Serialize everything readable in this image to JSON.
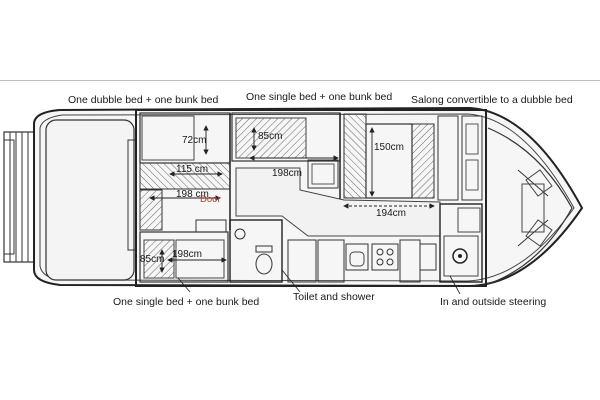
{
  "labels": {
    "aft_cabin": "One dubble bed + one bunk bed",
    "mid_cabin": "One single bed + one bunk bed",
    "salon": "Salong convertible to a dubble bed",
    "lower_cabin": "One single bed + one bunk bed",
    "toilet": "Toilet and shower",
    "steering": "In and outside steering"
  },
  "dimensions": {
    "d72": "72cm",
    "d115": "115 cm",
    "d198a": "198 cm",
    "door": "Door",
    "d85a": "85cm",
    "d198b": "198cm",
    "d150": "150cm",
    "d194": "194cm",
    "d85b": "85cm",
    "d198c": "198cm"
  },
  "colors": {
    "line": "#2a2a2a",
    "hatch": "#555555",
    "door": "#b03a2e",
    "deck": "#f4f4f4"
  }
}
